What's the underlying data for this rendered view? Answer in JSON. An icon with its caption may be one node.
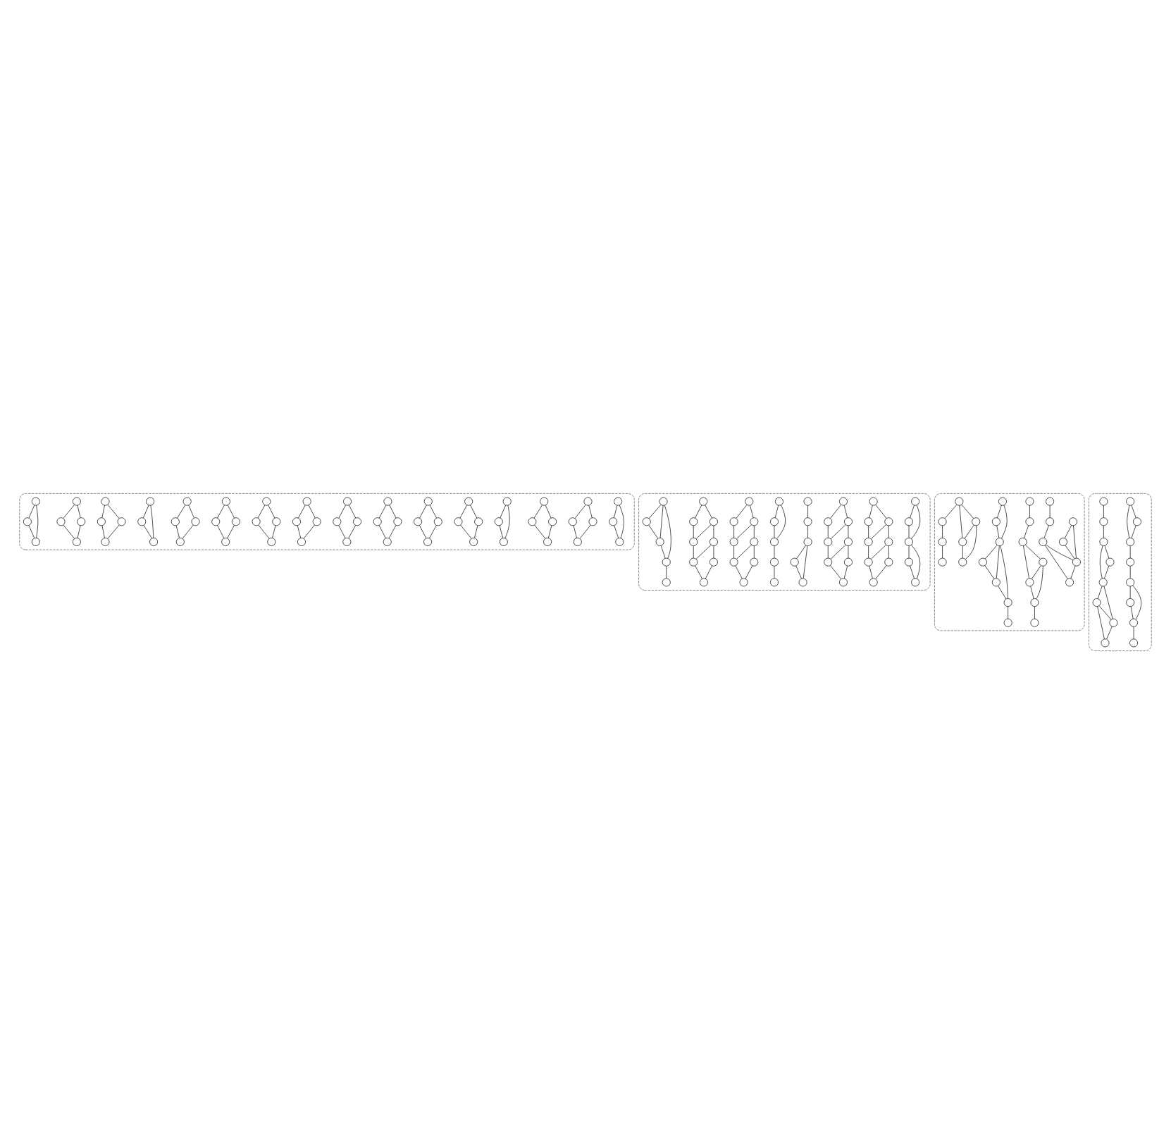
{
  "diagram": {
    "nodes": [
      {
        "text": [],
        "shape": "box"
      },
      {
        "text": [],
        "shape": "circle",
        "in": 0
      },
      {
        "text": [],
        "shape": "circle",
        "in": 0
      },
      {
        "text": [],
        "shape": "circle",
        "in": 0
      },
      {
        "text": [],
        "shape": "circle",
        "in": 0
      },
      {
        "text": [],
        "shape": "circle",
        "in": 0
      },
      {
        "text": [],
        "shape": "circle",
        "in": 0
      },
      {
        "text": [],
        "shape": "circle",
        "in": 0
      },
      {
        "text": [],
        "shape": "circle",
        "in": 0
      },
      {
        "text": [],
        "shape": "circle",
        "in": 0
      },
      {
        "text": [],
        "shape": "circle",
        "in": 0
      },
      {
        "text": [],
        "shape": "circle",
        "in": 0
      },
      {
        "text": [],
        "shape": "circle",
        "in": 0
      },
      {
        "text": [],
        "shape": "circle",
        "in": 0
      },
      {
        "text": [],
        "shape": "circle",
        "in": 0
      },
      {
        "text": [],
        "shape": "circle",
        "in": 0
      },
      {
        "text": [],
        "shape": "circle",
        "in": 0
      },
      {
        "text": [],
        "shape": "circle",
        "in": 0
      },
      {
        "text": [],
        "shape": "circle",
        "in": 0
      },
      {
        "text": [],
        "shape": "circle",
        "in": 0
      },
      {
        "text": [],
        "shape": "circle",
        "in": 0
      },
      {
        "text": [],
        "shape": "circle",
        "in": 0
      },
      {
        "text": [],
        "shape": "circle",
        "in": 0
      },
      {
        "text": [],
        "shape": "circle",
        "in": 0
      },
      {
        "text": [],
        "shape": "circle",
        "in": 0
      },
      {
        "text": [],
        "shape": "circle",
        "in": 0
      },
      {
        "text": [],
        "shape": "circle",
        "in": 0
      },
      {
        "text": [],
        "shape": "circle",
        "in": 0
      },
      {
        "text": [],
        "shape": "circle",
        "in": 0
      },
      {
        "text": [],
        "shape": "circle",
        "in": 0
      },
      {
        "text": [],
        "shape": "circle",
        "in": 0
      },
      {
        "text": [],
        "shape": "circle",
        "in": 0
      },
      {
        "text": [],
        "shape": "circle",
        "in": 0
      },
      {
        "text": [],
        "shape": "circle",
        "in": 0
      },
      {
        "text": [],
        "shape": "circle",
        "in": 0
      },
      {
        "text": [],
        "shape": "circle",
        "in": 0
      },
      {
        "text": [],
        "shape": "circle",
        "in": 0
      },
      {
        "text": [],
        "shape": "circle",
        "in": 0
      },
      {
        "text": [],
        "shape": "circle",
        "in": 0
      },
      {
        "text": [],
        "shape": "circle",
        "in": 0
      },
      {
        "text": [],
        "shape": "circle",
        "in": 0
      },
      {
        "text": [],
        "shape": "circle",
        "in": 0
      },
      {
        "text": [],
        "shape": "circle",
        "in": 0
      },
      {
        "text": [],
        "shape": "circle",
        "in": 0
      },
      {
        "text": [],
        "shape": "circle",
        "in": 0
      },
      {
        "text": [],
        "shape": "circle",
        "in": 0
      },
      {
        "text": [],
        "shape": "circle",
        "in": 0
      },
      {
        "text": [],
        "shape": "circle",
        "in": 0
      },
      {
        "text": [],
        "shape": "circle",
        "in": 0
      },
      {
        "text": [],
        "shape": "circle",
        "in": 0
      },
      {
        "text": [],
        "shape": "circle",
        "in": 0
      },
      {
        "text": [],
        "shape": "circle",
        "in": 0
      },
      {
        "text": [],
        "shape": "circle",
        "in": 0
      },
      {
        "text": [],
        "shape": "circle",
        "in": 0
      },
      {
        "text": [],
        "shape": "circle",
        "in": 0
      },
      {
        "text": [],
        "shape": "circle",
        "in": 0
      },
      {
        "text": [],
        "shape": "circle",
        "in": 0
      },
      {
        "text": [],
        "shape": "circle",
        "in": 0
      },
      {
        "text": [],
        "shape": "circle",
        "in": 0
      },
      {
        "text": [],
        "shape": "circle",
        "in": 0
      },
      {
        "text": [],
        "shape": "circle",
        "in": 0
      },
      {
        "text": [],
        "shape": "box"
      },
      {
        "text": [],
        "shape": "circle",
        "in": 61
      },
      {
        "text": [],
        "shape": "circle",
        "in": 61
      },
      {
        "text": [],
        "shape": "circle",
        "in": 61
      },
      {
        "text": [],
        "shape": "circle",
        "in": 61
      },
      {
        "text": [],
        "shape": "circle",
        "in": 61
      },
      {
        "text": [],
        "shape": "circle",
        "in": 61
      },
      {
        "text": [],
        "shape": "circle",
        "in": 61
      },
      {
        "text": [],
        "shape": "circle",
        "in": 61
      },
      {
        "text": [],
        "shape": "circle",
        "in": 61
      },
      {
        "text": [],
        "shape": "circle",
        "in": 61
      },
      {
        "text": [],
        "shape": "circle",
        "in": 61
      },
      {
        "text": [],
        "shape": "circle",
        "in": 61
      },
      {
        "text": [],
        "shape": "circle",
        "in": 61
      },
      {
        "text": [],
        "shape": "circle",
        "in": 61
      },
      {
        "text": [],
        "shape": "circle",
        "in": 61
      },
      {
        "text": [],
        "shape": "circle",
        "in": 61
      },
      {
        "text": [],
        "shape": "circle",
        "in": 61
      },
      {
        "text": [],
        "shape": "circle",
        "in": 61
      },
      {
        "text": [],
        "shape": "circle",
        "in": 61
      },
      {
        "text": [],
        "shape": "circle",
        "in": 61
      },
      {
        "text": [],
        "shape": "circle",
        "in": 61
      },
      {
        "text": [],
        "shape": "circle",
        "in": 61
      },
      {
        "text": [],
        "shape": "circle",
        "in": 61
      },
      {
        "text": [],
        "shape": "circle",
        "in": 61
      },
      {
        "text": [],
        "shape": "circle",
        "in": 61
      },
      {
        "text": [],
        "shape": "circle",
        "in": 61
      },
      {
        "text": [],
        "shape": "circle",
        "in": 61
      },
      {
        "text": [],
        "shape": "circle",
        "in": 61
      },
      {
        "text": [],
        "shape": "circle",
        "in": 61
      },
      {
        "text": [],
        "shape": "circle",
        "in": 61
      },
      {
        "text": [],
        "shape": "circle",
        "in": 61
      },
      {
        "text": [],
        "shape": "circle",
        "in": 61
      },
      {
        "text": [],
        "shape": "circle",
        "in": 61
      },
      {
        "text": [],
        "shape": "circle",
        "in": 61
      },
      {
        "text": [],
        "shape": "circle",
        "in": 61
      },
      {
        "text": [],
        "shape": "circle",
        "in": 61
      },
      {
        "text": [],
        "shape": "circle",
        "in": 61
      },
      {
        "text": [],
        "shape": "circle",
        "in": 61
      },
      {
        "text": [],
        "shape": "circle",
        "in": 61
      },
      {
        "text": [],
        "shape": "circle",
        "in": 61
      },
      {
        "text": [],
        "shape": "circle",
        "in": 61
      },
      {
        "text": [],
        "shape": "circle",
        "in": 61
      },
      {
        "text": [],
        "shape": "circle",
        "in": 61
      },
      {
        "text": [],
        "shape": "circle",
        "in": 61
      },
      {
        "text": [],
        "shape": "circle",
        "in": 61
      },
      {
        "text": [],
        "shape": "circle",
        "in": 61
      },
      {
        "text": [],
        "shape": "circle",
        "in": 61
      },
      {
        "text": [],
        "shape": "circle",
        "in": 61
      },
      {
        "text": [],
        "shape": "circle",
        "in": 61
      },
      {
        "text": [],
        "shape": "circle",
        "in": 61
      },
      {
        "text": [],
        "shape": "circle",
        "in": 61
      },
      {
        "text": [],
        "shape": "circle",
        "in": 61
      },
      {
        "text": [],
        "shape": "box"
      },
      {
        "text": [],
        "shape": "circle",
        "in": 114
      },
      {
        "text": [],
        "shape": "circle",
        "in": 114
      },
      {
        "text": [],
        "shape": "circle",
        "in": 114
      },
      {
        "text": [],
        "shape": "circle",
        "in": 114
      },
      {
        "text": [],
        "shape": "circle",
        "in": 114
      },
      {
        "text": [],
        "shape": "circle",
        "in": 114
      },
      {
        "text": [],
        "shape": "circle",
        "in": 114
      },
      {
        "text": [],
        "shape": "circle",
        "in": 114
      },
      {
        "text": [],
        "shape": "circle",
        "in": 114
      },
      {
        "text": [],
        "shape": "circle",
        "in": 114
      },
      {
        "text": [],
        "shape": "circle",
        "in": 114
      },
      {
        "text": [],
        "shape": "circle",
        "in": 114
      },
      {
        "text": [],
        "shape": "circle",
        "in": 114
      },
      {
        "text": [],
        "shape": "circle",
        "in": 114
      },
      {
        "text": [],
        "shape": "circle",
        "in": 114
      },
      {
        "text": [],
        "shape": "circle",
        "in": 114
      },
      {
        "text": [],
        "shape": "circle",
        "in": 114
      },
      {
        "text": [],
        "shape": "circle",
        "in": 114
      },
      {
        "text": [],
        "shape": "circle",
        "in": 114
      },
      {
        "text": [],
        "shape": "circle",
        "in": 114
      },
      {
        "text": [],
        "shape": "circle",
        "in": 114
      },
      {
        "text": [],
        "shape": "circle",
        "in": 114
      },
      {
        "text": [],
        "shape": "circle",
        "in": 114
      },
      {
        "text": [],
        "shape": "circle",
        "in": 114
      },
      {
        "text": [],
        "shape": "circle",
        "in": 114
      },
      {
        "text": [],
        "shape": "circle",
        "in": 114
      },
      {
        "text": [],
        "shape": "circle",
        "in": 114
      },
      {
        "text": [],
        "shape": "circle",
        "in": 114
      },
      {
        "text": [],
        "shape": "box"
      },
      {
        "text": [],
        "shape": "circle",
        "in": 143
      },
      {
        "text": [],
        "shape": "circle",
        "in": 143
      },
      {
        "text": [],
        "shape": "circle",
        "in": 143
      },
      {
        "text": [],
        "shape": "circle",
        "in": 143
      },
      {
        "text": [],
        "shape": "circle",
        "in": 143
      },
      {
        "text": [],
        "shape": "circle",
        "in": 143
      },
      {
        "text": [],
        "shape": "circle",
        "in": 143
      },
      {
        "text": [],
        "shape": "circle",
        "in": 143
      },
      {
        "text": [],
        "shape": "circle",
        "in": 143
      },
      {
        "text": [],
        "shape": "circle",
        "in": 143
      },
      {
        "text": [],
        "shape": "circle",
        "in": 143
      },
      {
        "text": [],
        "shape": "circle",
        "in": 143
      },
      {
        "text": [],
        "shape": "circle",
        "in": 143
      },
      {
        "text": [],
        "shape": "circle",
        "in": 143
      },
      {
        "text": [],
        "shape": "circle",
        "in": 143
      },
      {
        "text": [],
        "shape": "circle",
        "in": 143
      }
    ],
    "edges": [
      {
        "from": 1,
        "to": 2,
        "arrow": "none"
      },
      {
        "from": 1,
        "to": 3,
        "arrow": "none"
      },
      {
        "from": 2,
        "to": 3,
        "arrow": "none"
      },
      {
        "from": 4,
        "to": 5,
        "arrow": "none"
      },
      {
        "from": 4,
        "to": 6,
        "arrow": "none"
      },
      {
        "from": 5,
        "to": 7,
        "arrow": "none"
      },
      {
        "from": 6,
        "to": 7,
        "arrow": "none"
      },
      {
        "from": 8,
        "to": 9,
        "arrow": "none"
      },
      {
        "from": 8,
        "to": 10,
        "arrow": "none"
      },
      {
        "from": 9,
        "to": 11,
        "arrow": "none"
      },
      {
        "from": 10,
        "to": 11,
        "arrow": "none"
      },
      {
        "from": 12,
        "to": 13,
        "arrow": "none"
      },
      {
        "from": 12,
        "to": 14,
        "arrow": "none"
      },
      {
        "from": 13,
        "to": 14,
        "arrow": "none"
      },
      {
        "from": 15,
        "to": 16,
        "arrow": "none"
      },
      {
        "from": 15,
        "to": 17,
        "arrow": "none"
      },
      {
        "from": 16,
        "to": 18,
        "arrow": "none"
      },
      {
        "from": 17,
        "to": 18,
        "arrow": "none"
      },
      {
        "from": 19,
        "to": 20,
        "arrow": "none"
      },
      {
        "from": 19,
        "to": 21,
        "arrow": "none"
      },
      {
        "from": 20,
        "to": 22,
        "arrow": "none"
      },
      {
        "from": 21,
        "to": 22,
        "arrow": "none"
      },
      {
        "from": 23,
        "to": 24,
        "arrow": "none"
      },
      {
        "from": 23,
        "to": 25,
        "arrow": "none"
      },
      {
        "from": 24,
        "to": 26,
        "arrow": "none"
      },
      {
        "from": 25,
        "to": 26,
        "arrow": "none"
      },
      {
        "from": 27,
        "to": 28,
        "arrow": "none"
      },
      {
        "from": 27,
        "to": 29,
        "arrow": "none"
      },
      {
        "from": 28,
        "to": 30,
        "arrow": "none"
      },
      {
        "from": 29,
        "to": 30,
        "arrow": "none"
      },
      {
        "from": 31,
        "to": 32,
        "arrow": "none"
      },
      {
        "from": 31,
        "to": 33,
        "arrow": "none"
      },
      {
        "from": 32,
        "to": 34,
        "arrow": "none"
      },
      {
        "from": 33,
        "to": 34,
        "arrow": "none"
      },
      {
        "from": 35,
        "to": 36,
        "arrow": "none"
      },
      {
        "from": 35,
        "to": 37,
        "arrow": "none"
      },
      {
        "from": 36,
        "to": 38,
        "arrow": "none"
      },
      {
        "from": 37,
        "to": 38,
        "arrow": "none"
      },
      {
        "from": 39,
        "to": 40,
        "arrow": "none"
      },
      {
        "from": 39,
        "to": 41,
        "arrow": "none"
      },
      {
        "from": 40,
        "to": 42,
        "arrow": "none"
      },
      {
        "from": 41,
        "to": 42,
        "arrow": "none"
      },
      {
        "from": 43,
        "to": 44,
        "arrow": "none"
      },
      {
        "from": 43,
        "to": 45,
        "arrow": "none"
      },
      {
        "from": 44,
        "to": 46,
        "arrow": "none"
      },
      {
        "from": 45,
        "to": 46,
        "arrow": "none"
      },
      {
        "from": 47,
        "to": 48,
        "arrow": "none"
      },
      {
        "from": 47,
        "to": 49,
        "arrow": "none"
      },
      {
        "from": 48,
        "to": 49,
        "arrow": "none"
      },
      {
        "from": 50,
        "to": 51,
        "arrow": "none"
      },
      {
        "from": 50,
        "to": 52,
        "arrow": "none"
      },
      {
        "from": 51,
        "to": 53,
        "arrow": "none"
      },
      {
        "from": 52,
        "to": 53,
        "arrow": "none"
      },
      {
        "from": 54,
        "to": 55,
        "arrow": "none"
      },
      {
        "from": 54,
        "to": 56,
        "arrow": "none"
      },
      {
        "from": 55,
        "to": 57,
        "arrow": "none"
      },
      {
        "from": 56,
        "to": 57,
        "arrow": "none"
      },
      {
        "from": 58,
        "to": 59,
        "arrow": "none"
      },
      {
        "from": 58,
        "to": 60,
        "arrow": "none"
      },
      {
        "from": 59,
        "to": 60,
        "arrow": "none"
      },
      {
        "from": 62,
        "to": 63,
        "arrow": "none"
      },
      {
        "from": 63,
        "to": 64,
        "arrow": "none"
      },
      {
        "from": 64,
        "to": 66,
        "arrow": "none"
      },
      {
        "from": 62,
        "to": 64,
        "arrow": "none"
      },
      {
        "from": 64,
        "to": 65,
        "arrow": "none"
      },
      {
        "from": 65,
        "to": 66,
        "arrow": "none"
      },
      {
        "from": 67,
        "to": 68,
        "arrow": "none"
      },
      {
        "from": 69,
        "to": 70,
        "arrow": "none"
      },
      {
        "from": 71,
        "to": 72,
        "arrow": "none"
      },
      {
        "from": 73,
        "to": 74,
        "arrow": "none"
      },
      {
        "from": 67,
        "to": 69,
        "arrow": "none"
      },
      {
        "from": 69,
        "to": 71,
        "arrow": "none"
      },
      {
        "from": 71,
        "to": 73,
        "arrow": "none"
      },
      {
        "from": 68,
        "to": 70,
        "arrow": "none"
      },
      {
        "from": 70,
        "to": 72,
        "arrow": "none"
      },
      {
        "from": 72,
        "to": 74,
        "arrow": "none"
      },
      {
        "from": 75,
        "to": 76,
        "arrow": "none"
      },
      {
        "from": 77,
        "to": 78,
        "arrow": "none"
      },
      {
        "from": 79,
        "to": 80,
        "arrow": "none"
      },
      {
        "from": 81,
        "to": 82,
        "arrow": "none"
      },
      {
        "from": 75,
        "to": 77,
        "arrow": "none"
      },
      {
        "from": 77,
        "to": 79,
        "arrow": "none"
      },
      {
        "from": 79,
        "to": 81,
        "arrow": "none"
      },
      {
        "from": 76,
        "to": 78,
        "arrow": "none"
      },
      {
        "from": 78,
        "to": 80,
        "arrow": "none"
      },
      {
        "from": 80,
        "to": 82,
        "arrow": "none"
      },
      {
        "from": 83,
        "to": 84,
        "arrow": "none"
      },
      {
        "from": 84,
        "to": 85,
        "arrow": "none"
      },
      {
        "from": 85,
        "to": 86,
        "arrow": "none"
      },
      {
        "from": 85,
        "to": 87,
        "arrow": "none"
      },
      {
        "from": 86,
        "to": 87,
        "arrow": "none"
      },
      {
        "from": 88,
        "to": 89,
        "arrow": "none"
      },
      {
        "from": 88,
        "to": 90,
        "arrow": "none"
      },
      {
        "from": 89,
        "to": 90,
        "arrow": "none"
      },
      {
        "from": 90,
        "to": 91,
        "arrow": "none"
      },
      {
        "from": 91,
        "to": 92,
        "arrow": "none"
      },
      {
        "from": 93,
        "to": 94,
        "arrow": "none"
      },
      {
        "from": 95,
        "to": 96,
        "arrow": "none"
      },
      {
        "from": 97,
        "to": 98,
        "arrow": "none"
      },
      {
        "from": 99,
        "to": 100,
        "arrow": "none"
      },
      {
        "from": 93,
        "to": 95,
        "arrow": "none"
      },
      {
        "from": 95,
        "to": 97,
        "arrow": "none"
      },
      {
        "from": 97,
        "to": 99,
        "arrow": "none"
      },
      {
        "from": 94,
        "to": 96,
        "arrow": "none"
      },
      {
        "from": 96,
        "to": 98,
        "arrow": "none"
      },
      {
        "from": 98,
        "to": 100,
        "arrow": "none"
      },
      {
        "from": 101,
        "to": 102,
        "arrow": "none"
      },
      {
        "from": 103,
        "to": 104,
        "arrow": "none"
      },
      {
        "from": 105,
        "to": 106,
        "arrow": "none"
      },
      {
        "from": 107,
        "to": 108,
        "arrow": "none"
      },
      {
        "from": 101,
        "to": 103,
        "arrow": "none"
      },
      {
        "from": 103,
        "to": 105,
        "arrow": "none"
      },
      {
        "from": 105,
        "to": 107,
        "arrow": "none"
      },
      {
        "from": 102,
        "to": 104,
        "arrow": "none"
      },
      {
        "from": 104,
        "to": 106,
        "arrow": "none"
      },
      {
        "from": 106,
        "to": 108,
        "arrow": "none"
      },
      {
        "from": 109,
        "to": 110,
        "arrow": "none"
      },
      {
        "from": 109,
        "to": 111,
        "arrow": "none"
      },
      {
        "from": 111,
        "to": 112,
        "arrow": "none"
      },
      {
        "from": 112,
        "to": 113,
        "arrow": "none"
      },
      {
        "from": 110,
        "to": 111,
        "arrow": "none"
      },
      {
        "from": 109,
        "to": 112,
        "arrow": "none"
      },
      {
        "from": 115,
        "to": 116,
        "arrow": "none"
      },
      {
        "from": 116,
        "to": 117,
        "arrow": "none"
      },
      {
        "from": 117,
        "to": 121,
        "arrow": "none"
      },
      {
        "from": 115,
        "to": 117,
        "arrow": "none"
      },
      {
        "from": 118,
        "to": 119,
        "arrow": "none"
      },
      {
        "from": 119,
        "to": 120,
        "arrow": "none"
      },
      {
        "from": 120,
        "to": 121,
        "arrow": "none"
      },
      {
        "from": 120,
        "to": 117,
        "arrow": "none"
      },
      {
        "from": 122,
        "to": 123,
        "arrow": "none"
      },
      {
        "from": 123,
        "to": 124,
        "arrow": "none"
      },
      {
        "from": 124,
        "to": 125,
        "arrow": "none"
      },
      {
        "from": 125,
        "to": 126,
        "arrow": "none"
      },
      {
        "from": 126,
        "to": 127,
        "arrow": "none"
      },
      {
        "from": 127,
        "to": 128,
        "arrow": "none"
      },
      {
        "from": 124,
        "to": 126,
        "arrow": "none"
      },
      {
        "from": 125,
        "to": 127,
        "arrow": "none"
      },
      {
        "from": 129,
        "to": 130,
        "arrow": "none"
      },
      {
        "from": 130,
        "to": 131,
        "arrow": "none"
      },
      {
        "from": 131,
        "to": 132,
        "arrow": "none"
      },
      {
        "from": 132,
        "to": 133,
        "arrow": "none"
      },
      {
        "from": 133,
        "to": 134,
        "arrow": "none"
      },
      {
        "from": 134,
        "to": 135,
        "arrow": "none"
      },
      {
        "from": 129,
        "to": 131,
        "arrow": "none"
      },
      {
        "from": 131,
        "to": 133,
        "arrow": "none"
      },
      {
        "from": 131,
        "to": 134,
        "arrow": "none"
      },
      {
        "from": 136,
        "to": 137,
        "arrow": "none"
      },
      {
        "from": 137,
        "to": 138,
        "arrow": "none"
      },
      {
        "from": 138,
        "to": 139,
        "arrow": "none"
      },
      {
        "from": 136,
        "to": 140,
        "arrow": "none"
      },
      {
        "from": 140,
        "to": 141,
        "arrow": "none"
      },
      {
        "from": 141,
        "to": 142,
        "arrow": "none"
      },
      {
        "from": 136,
        "to": 141,
        "arrow": "none"
      },
      {
        "from": 140,
        "to": 142,
        "arrow": "none"
      },
      {
        "from": 144,
        "to": 145,
        "arrow": "none"
      },
      {
        "from": 145,
        "to": 146,
        "arrow": "none"
      },
      {
        "from": 146,
        "to": 147,
        "arrow": "none"
      },
      {
        "from": 147,
        "to": 148,
        "arrow": "none"
      },
      {
        "from": 148,
        "to": 149,
        "arrow": "none"
      },
      {
        "from": 149,
        "to": 150,
        "arrow": "none"
      },
      {
        "from": 150,
        "to": 151,
        "arrow": "none"
      },
      {
        "from": 144,
        "to": 146,
        "arrow": "none"
      },
      {
        "from": 148,
        "to": 150,
        "arrow": "none"
      },
      {
        "from": 152,
        "to": 153,
        "arrow": "none"
      },
      {
        "from": 153,
        "to": 154,
        "arrow": "none"
      },
      {
        "from": 154,
        "to": 155,
        "arrow": "none"
      },
      {
        "from": 155,
        "to": 156,
        "arrow": "none"
      },
      {
        "from": 156,
        "to": 157,
        "arrow": "none"
      },
      {
        "from": 157,
        "to": 158,
        "arrow": "none"
      },
      {
        "from": 158,
        "to": 159,
        "arrow": "none"
      },
      {
        "from": 154,
        "to": 156,
        "arrow": "none"
      },
      {
        "from": 156,
        "to": 158,
        "arrow": "none"
      },
      {
        "from": 157,
        "to": 159,
        "arrow": "none"
      }
    ]
  }
}
